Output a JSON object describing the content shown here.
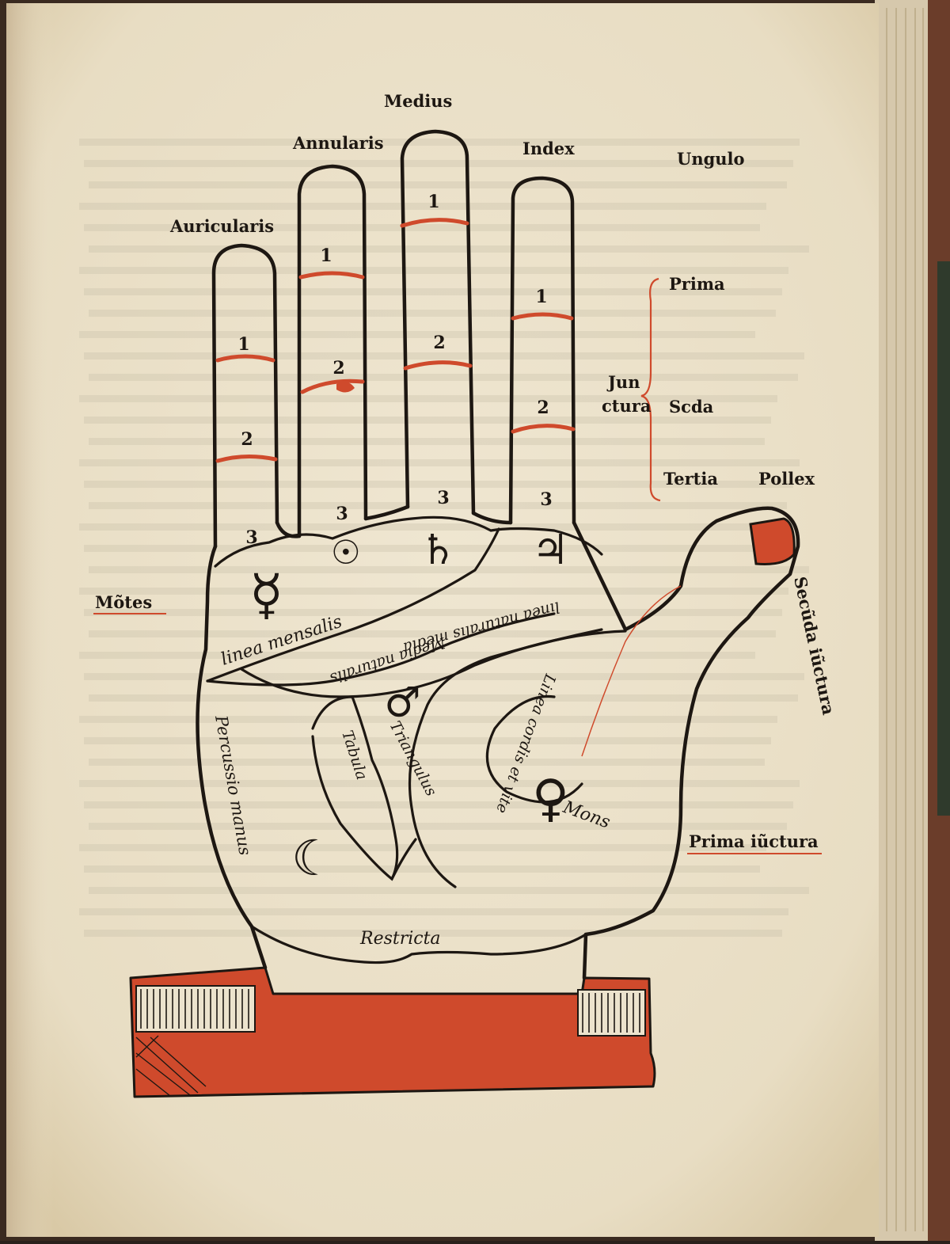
{
  "colors": {
    "paper": "#ece3cd",
    "ink": "#1d1712",
    "red": "#cf4a2c",
    "ghost_text": "#c8bfa9",
    "binding": "#5a4436"
  },
  "fingers": {
    "medius": "Medius",
    "annularis": "Annularis",
    "index": "Index",
    "auricularis": "Auricularis"
  },
  "side_labels": {
    "ungula": "Ungulo",
    "prima": "Prima",
    "junctura_1": "Jun",
    "junctura_2": "ctura",
    "secunda": "Scda",
    "tertia": "Tertia",
    "pollex": "Pollex",
    "montes": "Mõtes",
    "secunda_iunctura": "Secũda iũctura",
    "prima_iunctura": "Prima iũctura"
  },
  "joint_numbers": [
    "1",
    "2",
    "3"
  ],
  "planet_symbols": {
    "mercury": "☿",
    "sun": "☉",
    "saturn": "♄",
    "jupiter": "♃",
    "mars": "♂",
    "venus": "♀",
    "moon": "☾"
  },
  "palm_labels": {
    "linea_mensalis": "linea mensalis",
    "media_naturalis": "Media naturalis",
    "linea_media_naturalis": "linea naturalis media",
    "linea_vitae": "Linea cordis et vite",
    "triangulus": "Triangulus",
    "tabula": "Tabula",
    "percussio_manus": "Percussio manus",
    "mons": "Mons",
    "restricta": "Restricta"
  }
}
